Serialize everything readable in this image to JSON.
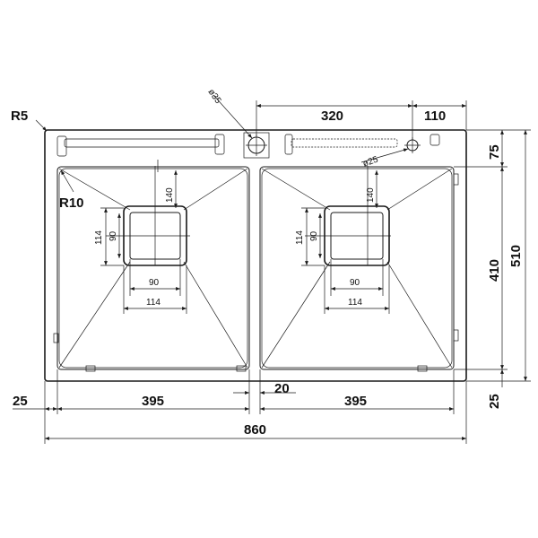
{
  "labels": {
    "r5": "R5",
    "r10": "R10",
    "d35": "ø35",
    "d25": "ø25",
    "d320": "320",
    "d110": "110",
    "d75": "75",
    "d510": "510",
    "d410": "410",
    "d25_bottom": "25",
    "d25_left": "25",
    "d395_left": "395",
    "d20": "20",
    "d395_right": "395",
    "d860": "860",
    "left_drain_140": "140",
    "left_drain_114_v": "114",
    "left_drain_90_v": "90",
    "left_drain_90_h": "90",
    "left_drain_114_h": "114",
    "right_drain_140": "140",
    "right_drain_114_v": "114",
    "right_drain_90_v": "90",
    "right_drain_90_h": "90",
    "right_drain_114_h": "114"
  }
}
